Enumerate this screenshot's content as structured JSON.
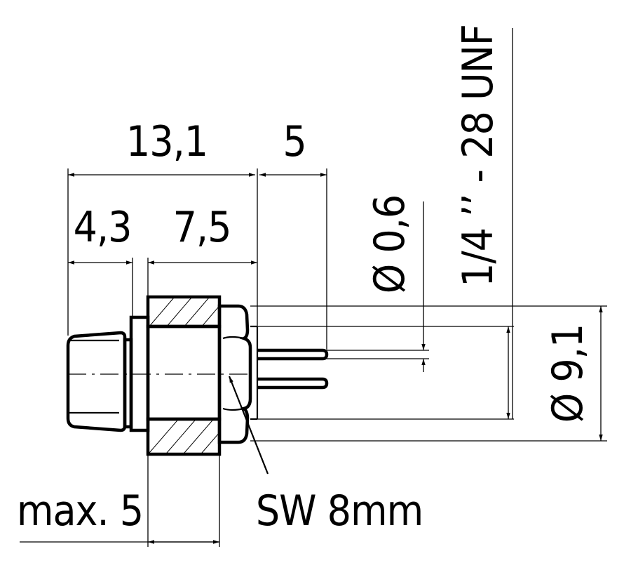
{
  "drawing": {
    "dimensions": {
      "overall_length": "13,1",
      "pin_length": "5",
      "front_length": "4,3",
      "body_length": "7,5",
      "pin_diameter": "Ø 0,6",
      "thread": "1/4 ’’ - 28 UNF",
      "outer_diameter": "Ø 9,1",
      "panel_thickness": "max. 5",
      "wrench_size": "SW 8mm"
    }
  }
}
